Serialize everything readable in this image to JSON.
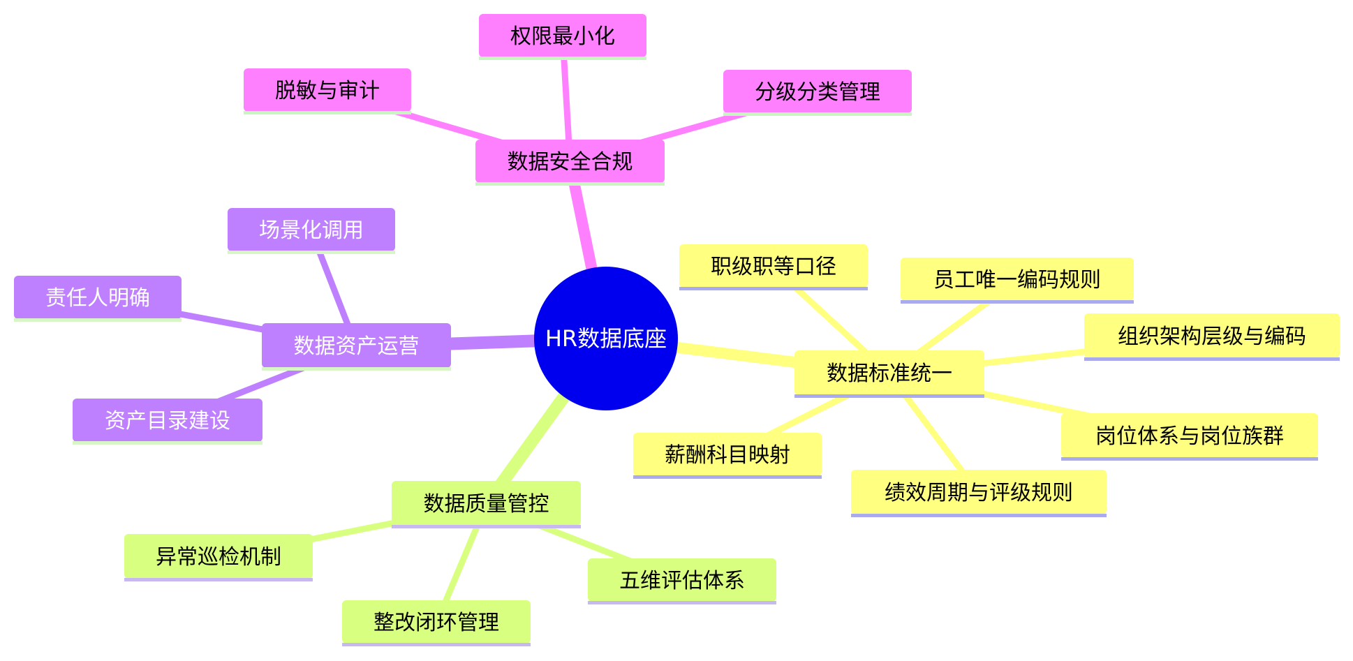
{
  "root": {
    "label": "HR数据底座",
    "color": "#0000ee",
    "text_color": "#ffffff"
  },
  "branches": [
    {
      "id": "security",
      "label": "数据安全合规",
      "color": "#ff80ff",
      "underline": "#c8f5c0",
      "text_color": "#000000",
      "children": [
        "权限最小化",
        "脱敏与审计",
        "分级分类管理"
      ]
    },
    {
      "id": "standard",
      "label": "数据标准统一",
      "color": "#ffff80",
      "underline": "#aaaaee",
      "text_color": "#000000",
      "children": [
        "职级职等口径",
        "员工唯一编码规则",
        "组织架构层级与编码",
        "岗位体系与岗位族群",
        "绩效周期与评级规则",
        "薪酬科目映射"
      ]
    },
    {
      "id": "quality",
      "label": "数据质量管控",
      "color": "#d9ff80",
      "underline": "#c8b8f0",
      "text_color": "#000000",
      "children": [
        "五维评估体系",
        "整改闭环管理",
        "异常巡检机制"
      ]
    },
    {
      "id": "asset",
      "label": "数据资产运营",
      "color": "#bf80ff",
      "underline": "#d8f5c8",
      "text_color": "#ffffff",
      "children": [
        "场景化调用",
        "责任人明确",
        "资产目录建设"
      ]
    }
  ]
}
